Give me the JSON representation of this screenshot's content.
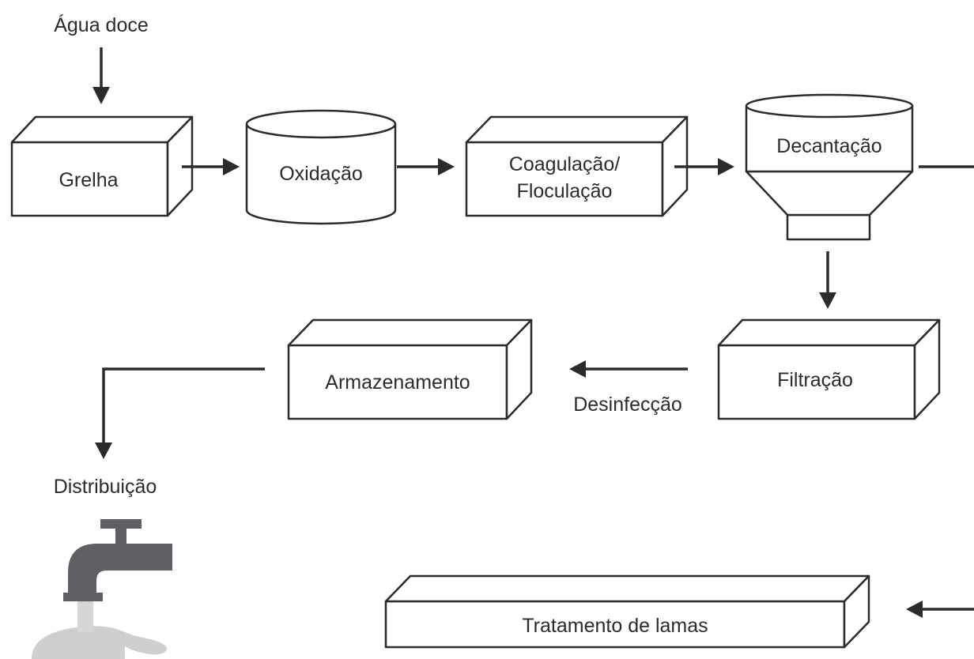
{
  "labels": {
    "input": "Água doce",
    "grelha": "Grelha",
    "oxidacao": "Oxidação",
    "coagulacao_line1": "Coagulação/",
    "coagulacao_line2": "Floculação",
    "decantacao": "Decantação",
    "filtracao": "Filtração",
    "desinfeccao": "Desinfecção",
    "armazenamento": "Armazenamento",
    "distribuicao": "Distribuição",
    "tratamento_lamas": "Tratamento de lamas"
  },
  "icons": {
    "tap": "faucet-icon"
  },
  "colors": {
    "stroke": "#2b2b2b",
    "tap_body": "#5f6063",
    "water": "#cfcfcf"
  }
}
